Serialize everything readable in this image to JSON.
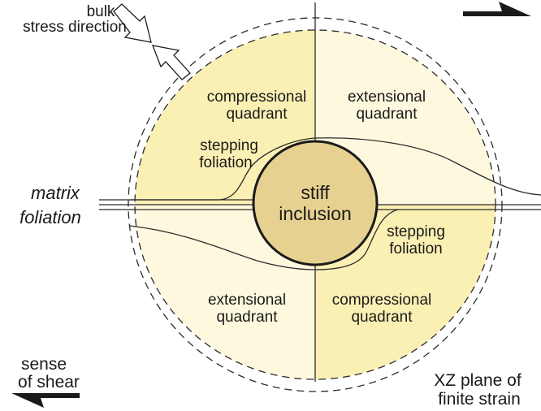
{
  "labels": {
    "bulk_1": "bulk",
    "bulk_2": "stress direction",
    "q_tl_1": "compressional",
    "q_tl_2": "quadrant",
    "q_tr_1": "extensional",
    "q_tr_2": "quadrant",
    "q_bl_1": "extensional",
    "q_bl_2": "quadrant",
    "q_br_1": "compressional",
    "q_br_2": "quadrant",
    "step_l_1": "stepping",
    "step_l_2": "foliation",
    "step_r_1": "stepping",
    "step_r_2": "foliation",
    "inc_1": "stiff",
    "inc_2": "inclusion",
    "matrix_1": "matrix",
    "matrix_2": "foliation",
    "sense_1": "sense",
    "sense_2": "of shear",
    "xz_1": "XZ plane of",
    "xz_2": "finite strain"
  },
  "colors": {
    "compressional_fill": "#fbf0b4",
    "extensional_fill": "#fef9de",
    "inclusion_fill": "#e6d190",
    "line": "#2b2b2b"
  }
}
